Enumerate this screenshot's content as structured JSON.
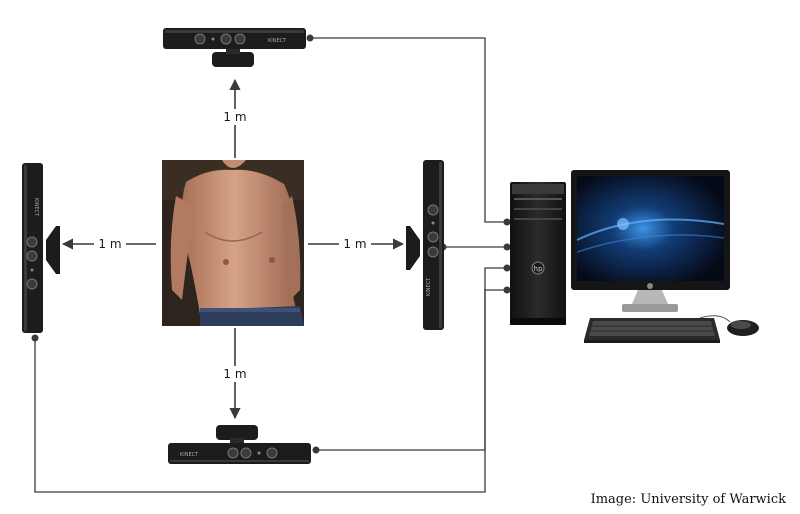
{
  "distances": {
    "top": "1 m",
    "left": "1 m",
    "right": "1 m",
    "bottom": "1 m"
  },
  "credit": "Image: University of Warwick",
  "sensor_brand": "KINECT",
  "icons": {
    "sensor": "kinect-sensor-icon",
    "person": "torso-photo",
    "computer": "desktop-computer-icon"
  },
  "colors": {
    "sensor_body": "#1c1c1c",
    "wire": "#3a3a3a",
    "screen": "#0b1630",
    "screen_glow": "#2f7fd6",
    "skin": "#c99479"
  }
}
